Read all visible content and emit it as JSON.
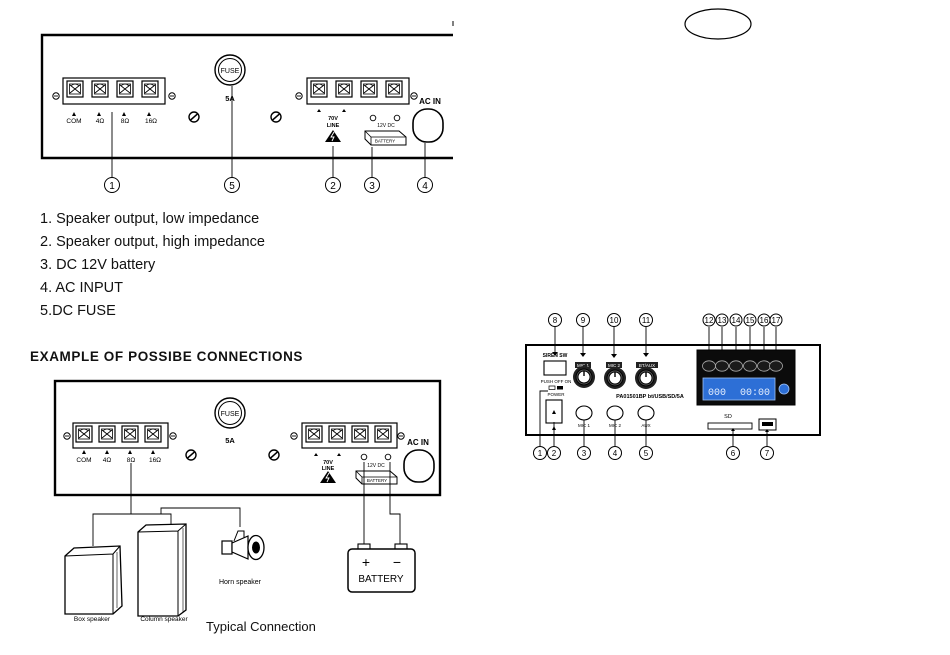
{
  "panel_top": {
    "terminal_labels": [
      "COM",
      "4Ω",
      "8Ω",
      "16Ω"
    ],
    "fuse_label": "FUSE",
    "fuse_rating": "5A",
    "line_label_1": "70V",
    "line_label_2": "LINE",
    "dc_label": "12V  DC",
    "battery_label": "BATTERY",
    "acin_label": "AC IN",
    "callouts": [
      "1",
      "5",
      "2",
      "3",
      "4"
    ]
  },
  "legend": {
    "items": [
      "1. Speaker output, low impedance",
      "2. Speaker output, high impedance",
      "3. DC 12V battery",
      "4. AC INPUT",
      "5.DC FUSE"
    ]
  },
  "connections": {
    "heading": "EXAMPLE OF POSSIBE CONNECTIONS",
    "terminal_labels": [
      "COM",
      "4Ω",
      "8Ω",
      "16Ω"
    ],
    "fuse_label": "FUSE",
    "fuse_rating": "5A",
    "line_label_1": "70V",
    "line_label_2": "LINE",
    "dc_label": "12V  DC",
    "battery_panel_label": "BATTERY",
    "acin_label": "AC IN",
    "box_speaker": "Box speaker",
    "column_speaker": "Column speaker",
    "horn_speaker": "Horn speaker",
    "battery_label": "BATTERY",
    "plus": "+",
    "minus": "−",
    "caption": "Typical Connection"
  },
  "front_panel": {
    "top_callouts": [
      "8",
      "9",
      "10",
      "11",
      "12",
      "13",
      "14",
      "15",
      "16",
      "17"
    ],
    "bottom_callouts": [
      "1",
      "2",
      "3",
      "4",
      "5",
      "6",
      "7"
    ],
    "siren_sw": "SIREN SW",
    "mic1": "MIC 1",
    "mic2": "MIC 2",
    "bt_aux": "BT/AUX",
    "push_off_on": "PUSH OFF ON",
    "power": "POWER",
    "model": "PA01501BP bt/USB/SD/5A",
    "jack_mic1": "MIC 1",
    "jack_mic2": "MIC 2",
    "jack_aux": "AUX",
    "display_time": "00:00",
    "display_track": "000",
    "sd_label": "SD"
  }
}
